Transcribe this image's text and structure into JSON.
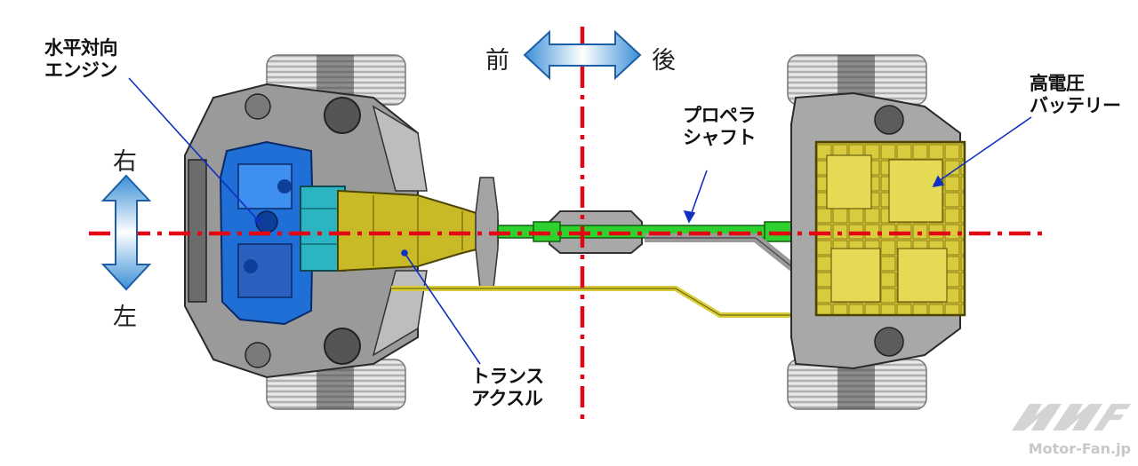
{
  "labels": {
    "engine": [
      "水平対向",
      "エンジン"
    ],
    "transaxle": [
      "トランス",
      "アクスル"
    ],
    "propeller_shaft": [
      "プロペラ",
      "シャフト"
    ],
    "battery": [
      "高電圧",
      "バッテリー"
    ]
  },
  "directions": {
    "front": "前",
    "rear": "後",
    "right": "右",
    "left": "左"
  },
  "watermark": "Motor-Fan.jp",
  "colors": {
    "centerline": "#e30613",
    "engine": "#1f6fd6",
    "transaxle_tint": "#2bb5c2",
    "transaxle": "#c8b927",
    "propeller_shaft": "#2fd12f",
    "battery": "#d9cc3a",
    "arrow_fill": "#5aa8e0",
    "leader": "#1030c0"
  }
}
